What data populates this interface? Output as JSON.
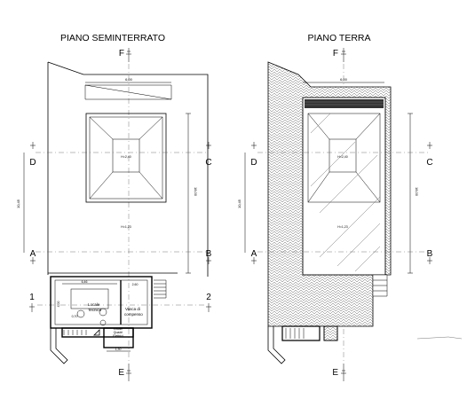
{
  "titles": {
    "left": "PIANO SEMINTERRATO",
    "right": "PIANO TERRA"
  },
  "axes": {
    "F": "F",
    "E": "E",
    "D": "D",
    "C": "C",
    "A": "A",
    "B": "B",
    "one": "1",
    "two": "2"
  },
  "dimensions": {
    "width_top": "6,00",
    "height_right": "18,00",
    "height_left": "10,45",
    "room_w1": "6,46",
    "room_w2": "2,60",
    "room_h": "4,00",
    "room_h2": "0,70",
    "small_w": "1,30"
  },
  "levels": {
    "upper": "H=2,40",
    "lower": "H=1,23"
  },
  "rooms": {
    "locale_line1": "Locale",
    "locale_line2": "Tecnico",
    "vasca_line1": "Vasca di",
    "vasca_line2": "compenso",
    "small_line1": "Locale",
    "small_line2": "Quadri",
    "small_line3": "Elettrici"
  }
}
